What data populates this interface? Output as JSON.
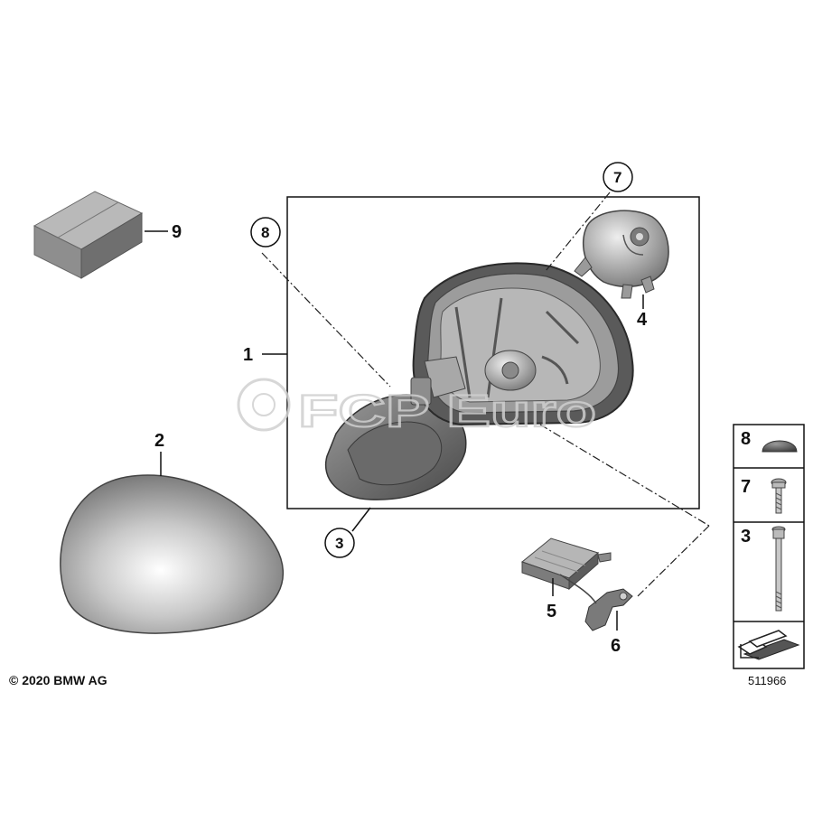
{
  "diagram": {
    "callouts": {
      "c1": "1",
      "c2": "2",
      "c3": "3",
      "c4": "4",
      "c5": "5",
      "c6": "6",
      "c7": "7",
      "c8": "8",
      "c9": "9"
    },
    "legend": {
      "row8": "8",
      "row7": "7",
      "row3": "3"
    },
    "watermark": "FCP Euro",
    "copyright": "© 2020 BMW AG",
    "diagram_number": "511966"
  }
}
